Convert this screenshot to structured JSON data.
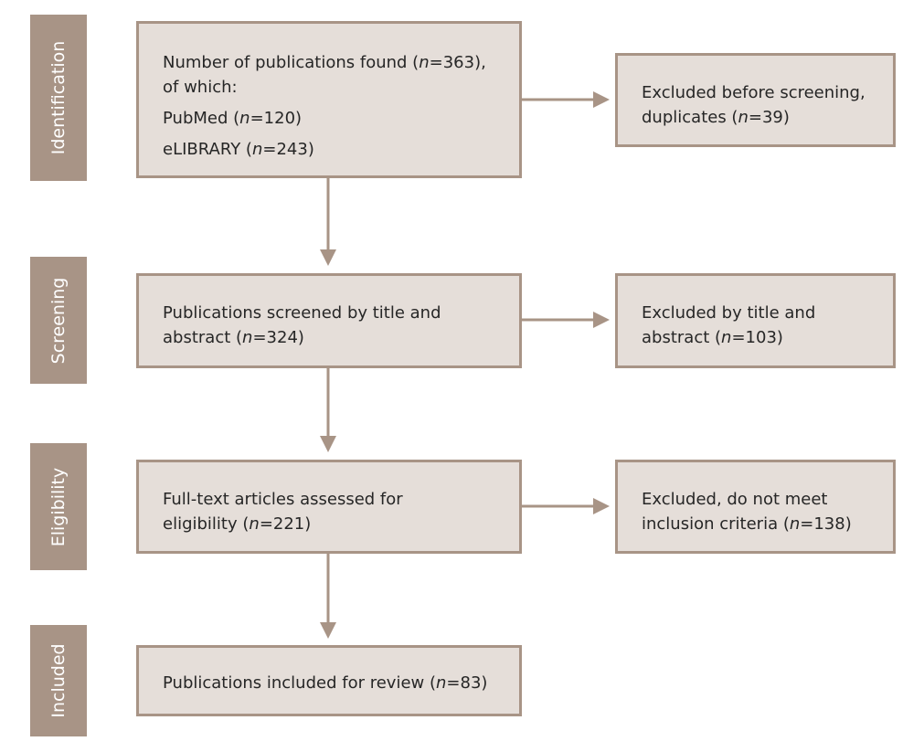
{
  "stages": {
    "identification": "Identification",
    "screening": "Screening",
    "eligibility": "Eligibility",
    "included": "Included"
  },
  "colors": {
    "stage": "#a89486",
    "box_fill": "#e5ded9",
    "arrow": "#a89486"
  },
  "boxes": {
    "found": {
      "line1_pre": "Number of publications found (",
      "n_var": "n",
      "line1_post": "=363),",
      "line2": "of which:",
      "pubmed_pre": "PubMed (",
      "pubmed_post": "=120)",
      "elibrary_pre": "eLIBRARY (",
      "elibrary_post": "=243)"
    },
    "excluded_duplicates": {
      "line1": "Excluded before screening,",
      "line2_pre": "duplicates (",
      "line2_post": "=39)"
    },
    "screened": {
      "line1": "Publications screened by title and",
      "line2_pre": "abstract (",
      "line2_post": "=324)"
    },
    "excluded_title": {
      "line1": "Excluded by title and",
      "line2_pre": "abstract (",
      "line2_post": "=103)"
    },
    "fulltext": {
      "line1": "Full-text articles assessed for",
      "line2_pre": "eligibility (",
      "line2_post": "=221)"
    },
    "excluded_criteria": {
      "line1": "Excluded, do not meet",
      "line2_pre": "inclusion criteria (",
      "line2_post": "=138)"
    },
    "included": {
      "line1_pre": "Publications included for review (",
      "line1_post": "=83)"
    }
  }
}
